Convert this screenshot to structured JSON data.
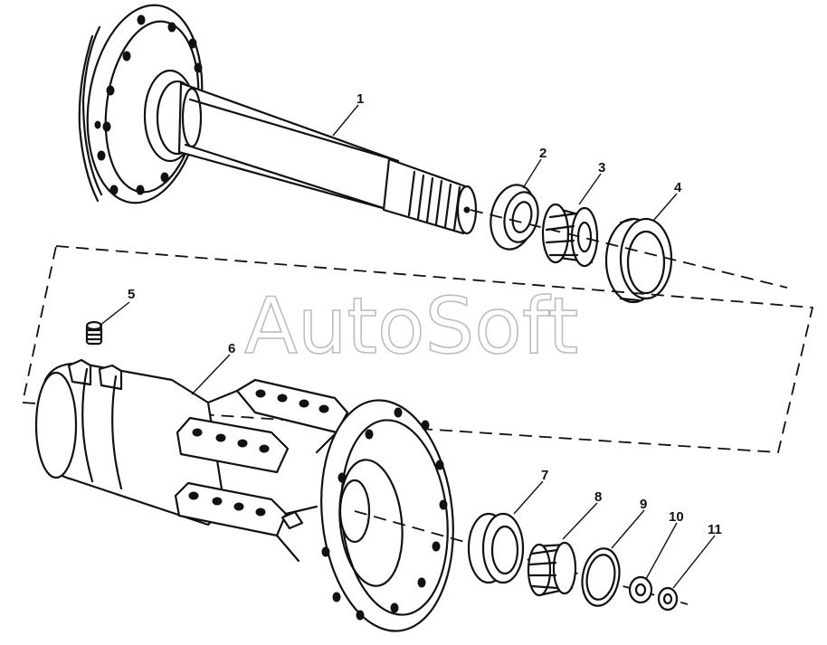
{
  "watermark": "AutoSoft",
  "callouts": [
    {
      "id": "1",
      "label": "1"
    },
    {
      "id": "2",
      "label": "2"
    },
    {
      "id": "3",
      "label": "3"
    },
    {
      "id": "4",
      "label": "4"
    },
    {
      "id": "5",
      "label": "5"
    },
    {
      "id": "6",
      "label": "6"
    },
    {
      "id": "7",
      "label": "7"
    },
    {
      "id": "8",
      "label": "8"
    },
    {
      "id": "9",
      "label": "9"
    },
    {
      "id": "10",
      "label": "10"
    },
    {
      "id": "11",
      "label": "11"
    }
  ]
}
